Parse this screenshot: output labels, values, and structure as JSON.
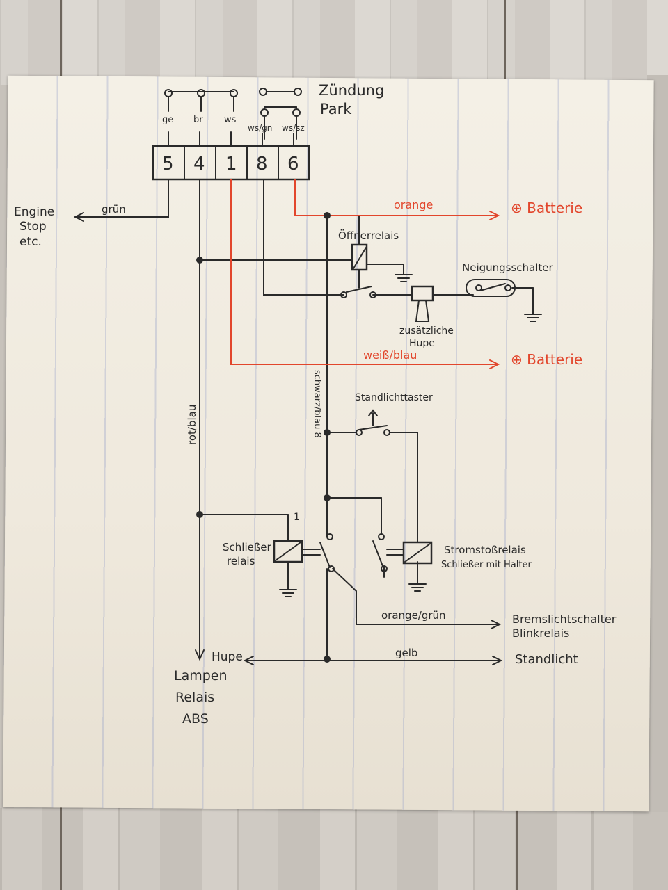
{
  "switches": {
    "zuendung": "Zündung",
    "park": "Park"
  },
  "connector": {
    "pins": [
      {
        "number": "5",
        "wire": "ge"
      },
      {
        "number": "4",
        "wire": "br"
      },
      {
        "number": "1",
        "wire": "ws"
      },
      {
        "number": "8",
        "wire": "ws/gn"
      },
      {
        "number": "6",
        "wire": "ws/sz"
      }
    ]
  },
  "left": {
    "engine_stop": [
      "Engine",
      "Stop",
      "etc."
    ],
    "gruen_wire": "grün",
    "rot_blau_wire": "rot/blau",
    "lampen_list": [
      "Hupe",
      "Lampen",
      "Relais",
      "ABS"
    ]
  },
  "battery": {
    "orange_wire": "orange",
    "batterie_1": "⊕ Batterie",
    "weiss_blau_wire": "weiß/blau",
    "batterie_2": "⊕ Batterie"
  },
  "components": {
    "oeffnerrelais": "Öffnerrelais",
    "neigungsschalter": "Neigungsschalter",
    "hupe": [
      "zusätzliche",
      "Hupe"
    ],
    "standlichttaster": "Standlichttaster",
    "schwarz_wire": "schwarz/blau 8",
    "schliesser": [
      "Schließer",
      "relais"
    ],
    "stromstoss": [
      "Stromstoßrelais",
      "Schließer mit Halter"
    ],
    "pin_one": "1"
  },
  "outputs": {
    "orange_gruen_wire": "orange/grün",
    "bremslicht": [
      "Bremslichtschalter",
      "Blinkrelais"
    ],
    "gelb_wire": "gelb",
    "standlicht": "Standlicht"
  },
  "colors": {
    "ink": "#2a2a2a",
    "red_ink": "#e2462c",
    "paper": "#f2eee4"
  }
}
